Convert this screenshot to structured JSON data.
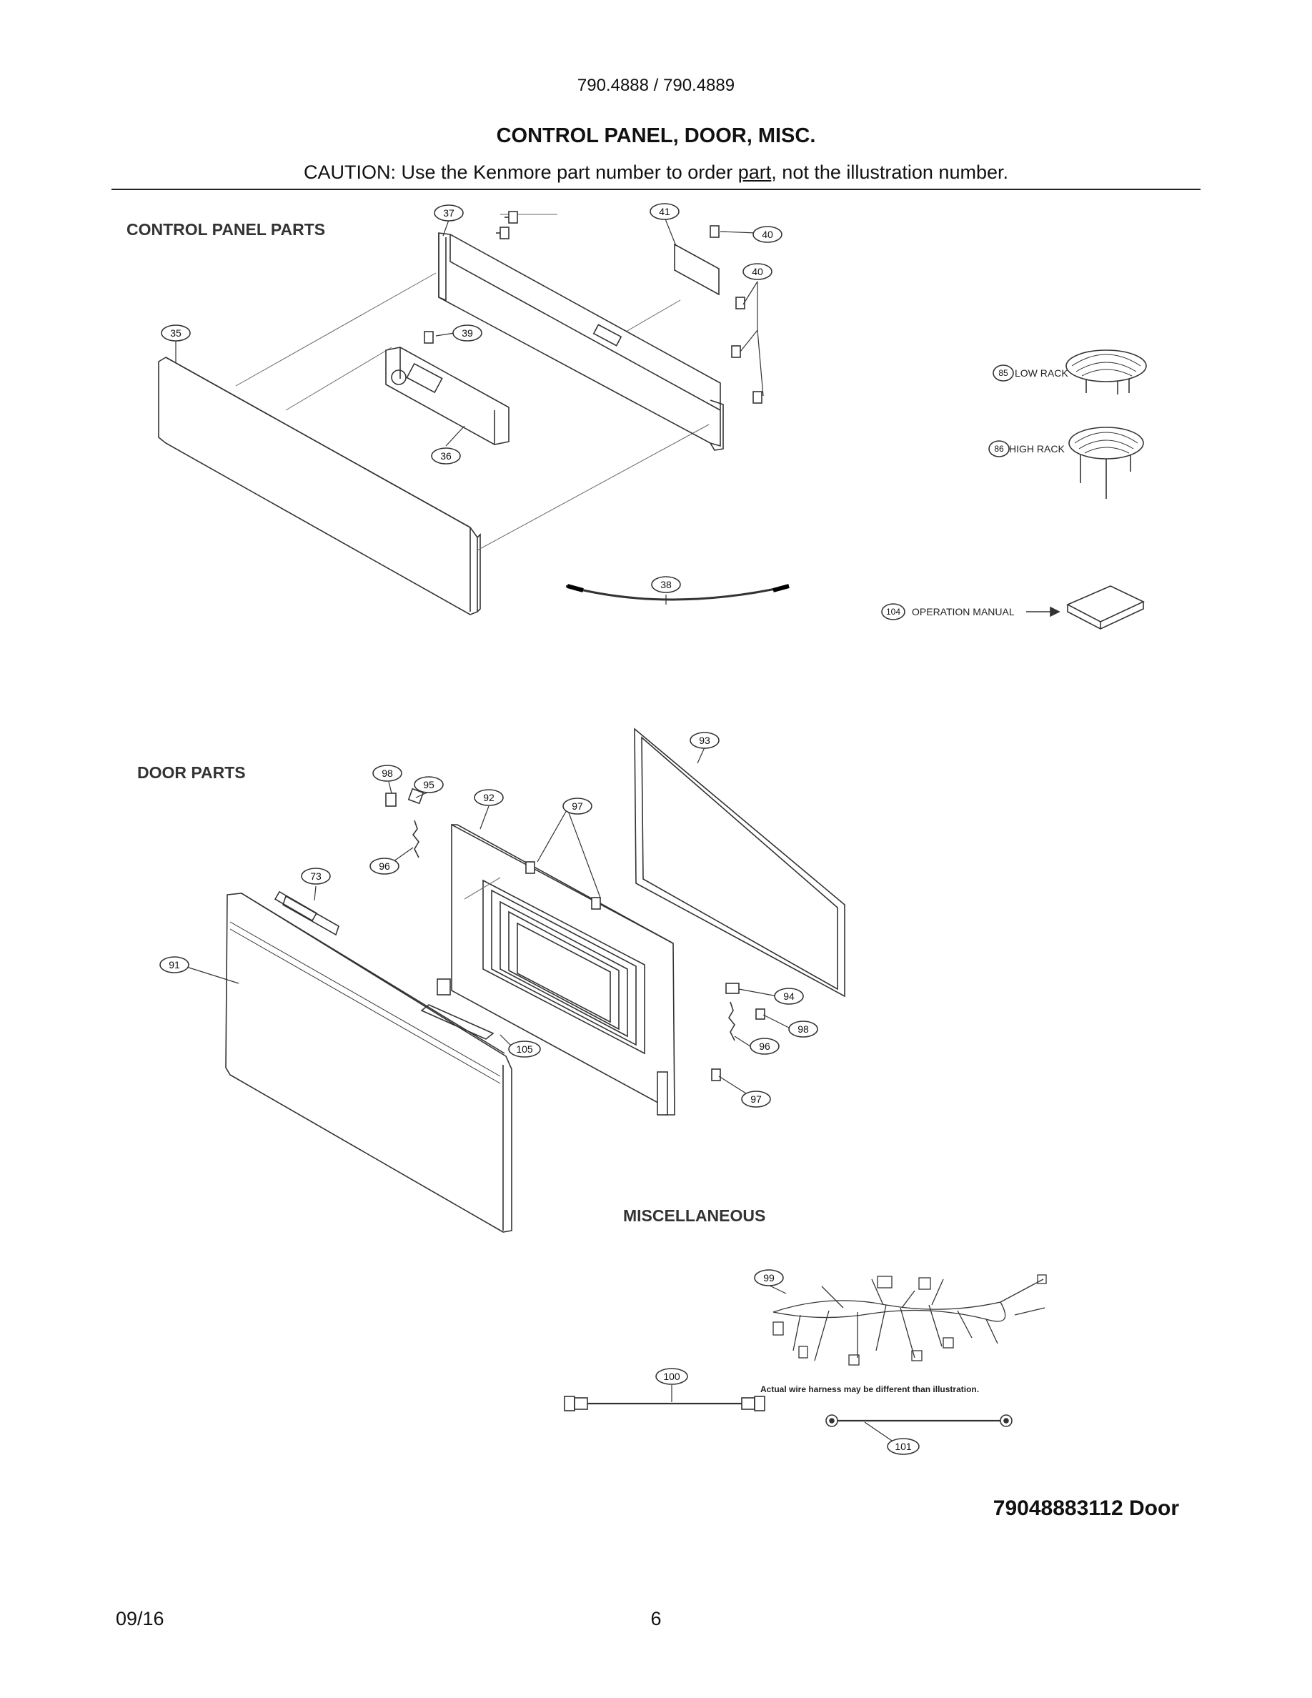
{
  "header": {
    "model": "790.4888 / 790.4889",
    "title": "CONTROL PANEL, DOOR, MISC.",
    "caution_before": "CAUTION: Use the Kenmore part number to order ",
    "caution_link": "part",
    "caution_after": ", not the illustration number."
  },
  "sections": {
    "control_panel": "CONTROL PANEL PARTS",
    "door": "DOOR PARTS",
    "misc": "MISCELLANEOUS"
  },
  "callouts": {
    "c35": "35",
    "c36": "36",
    "c37": "37",
    "c38": "38",
    "c39": "39",
    "c40a": "40",
    "c40b": "40",
    "c41": "41",
    "c73": "73",
    "c91": "91",
    "c92": "92",
    "c93": "93",
    "c94": "94",
    "c95": "95",
    "c96a": "96",
    "c96b": "96",
    "c97a": "97",
    "c97b": "97",
    "c98a": "98",
    "c98b": "98",
    "c99": "99",
    "c100": "100",
    "c101": "101",
    "c105": "105",
    "c85": "85",
    "c86": "86",
    "c104": "104"
  },
  "labels": {
    "low_rack": "LOW RACK",
    "high_rack": "HIGH RACK",
    "operation_manual": "OPERATION MANUAL",
    "harness_note": "Actual wire harness may be different than illustration."
  },
  "footer": {
    "reference": "79048883112 Door",
    "date": "09/16",
    "page": "6"
  }
}
